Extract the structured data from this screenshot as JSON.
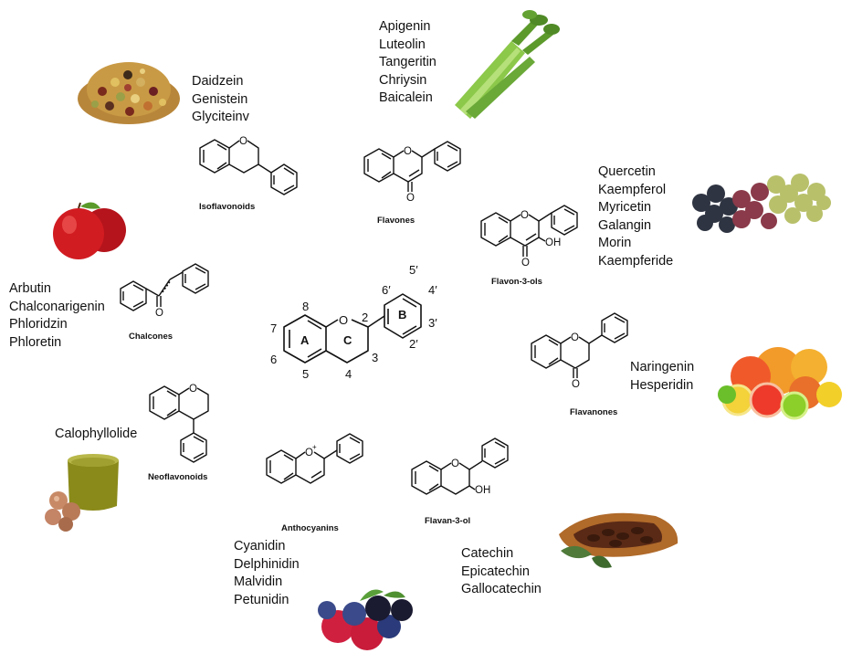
{
  "groups": {
    "isoflavonoids": {
      "label": "Isoflavonoids",
      "compounds": [
        "Daidzein",
        "Genistein",
        "Glyciteinv"
      ]
    },
    "flavones": {
      "label": "Flavones",
      "compounds": [
        "Apigenin",
        "Luteolin",
        "Tangeritin",
        "Chriysin",
        "Baicalein"
      ]
    },
    "flavon3ols": {
      "label": "Flavon-3-ols",
      "compounds": [
        "Quercetin",
        "Kaempferol",
        "Myricetin",
        "Galangin",
        "Morin",
        "Kaempferide"
      ]
    },
    "chalcones": {
      "label": "Chalcones",
      "compounds": [
        "Arbutin",
        "Chalconarigenin",
        "Phloridzin",
        "Phloretin"
      ]
    },
    "flavanones": {
      "label": "Flavanones",
      "compounds": [
        "Naringenin",
        "Hesperidin"
      ]
    },
    "neoflavonoids": {
      "label": "Neoflavonoids",
      "compounds": [
        "Calophyllolide"
      ]
    },
    "anthocyanins": {
      "label": "Anthocyanins",
      "compounds": [
        "Cyanidin",
        "Delphinidin",
        "Malvidin",
        "Petunidin"
      ]
    },
    "flavan3ol": {
      "label": "Flavan-3-ol",
      "compounds": [
        "Catechin",
        "Epicatechin",
        "Gallocatechin"
      ]
    }
  },
  "core": {
    "ring_labels": [
      "A",
      "C",
      "B"
    ],
    "positions": [
      "2",
      "3",
      "4",
      "5",
      "6",
      "7",
      "8",
      "2′",
      "3′",
      "4′",
      "5′",
      "6′"
    ],
    "heteroatom": "O"
  },
  "structure_text": {
    "o": "O",
    "oh": "OH",
    "oplus": "O",
    "plus": "+"
  },
  "food_icons": [
    "legumes-icon",
    "celery-icon",
    "apple-icon",
    "grapes-icon",
    "citrus-icon",
    "oil-nuts-icon",
    "cocoa-icon",
    "berries-icon"
  ]
}
